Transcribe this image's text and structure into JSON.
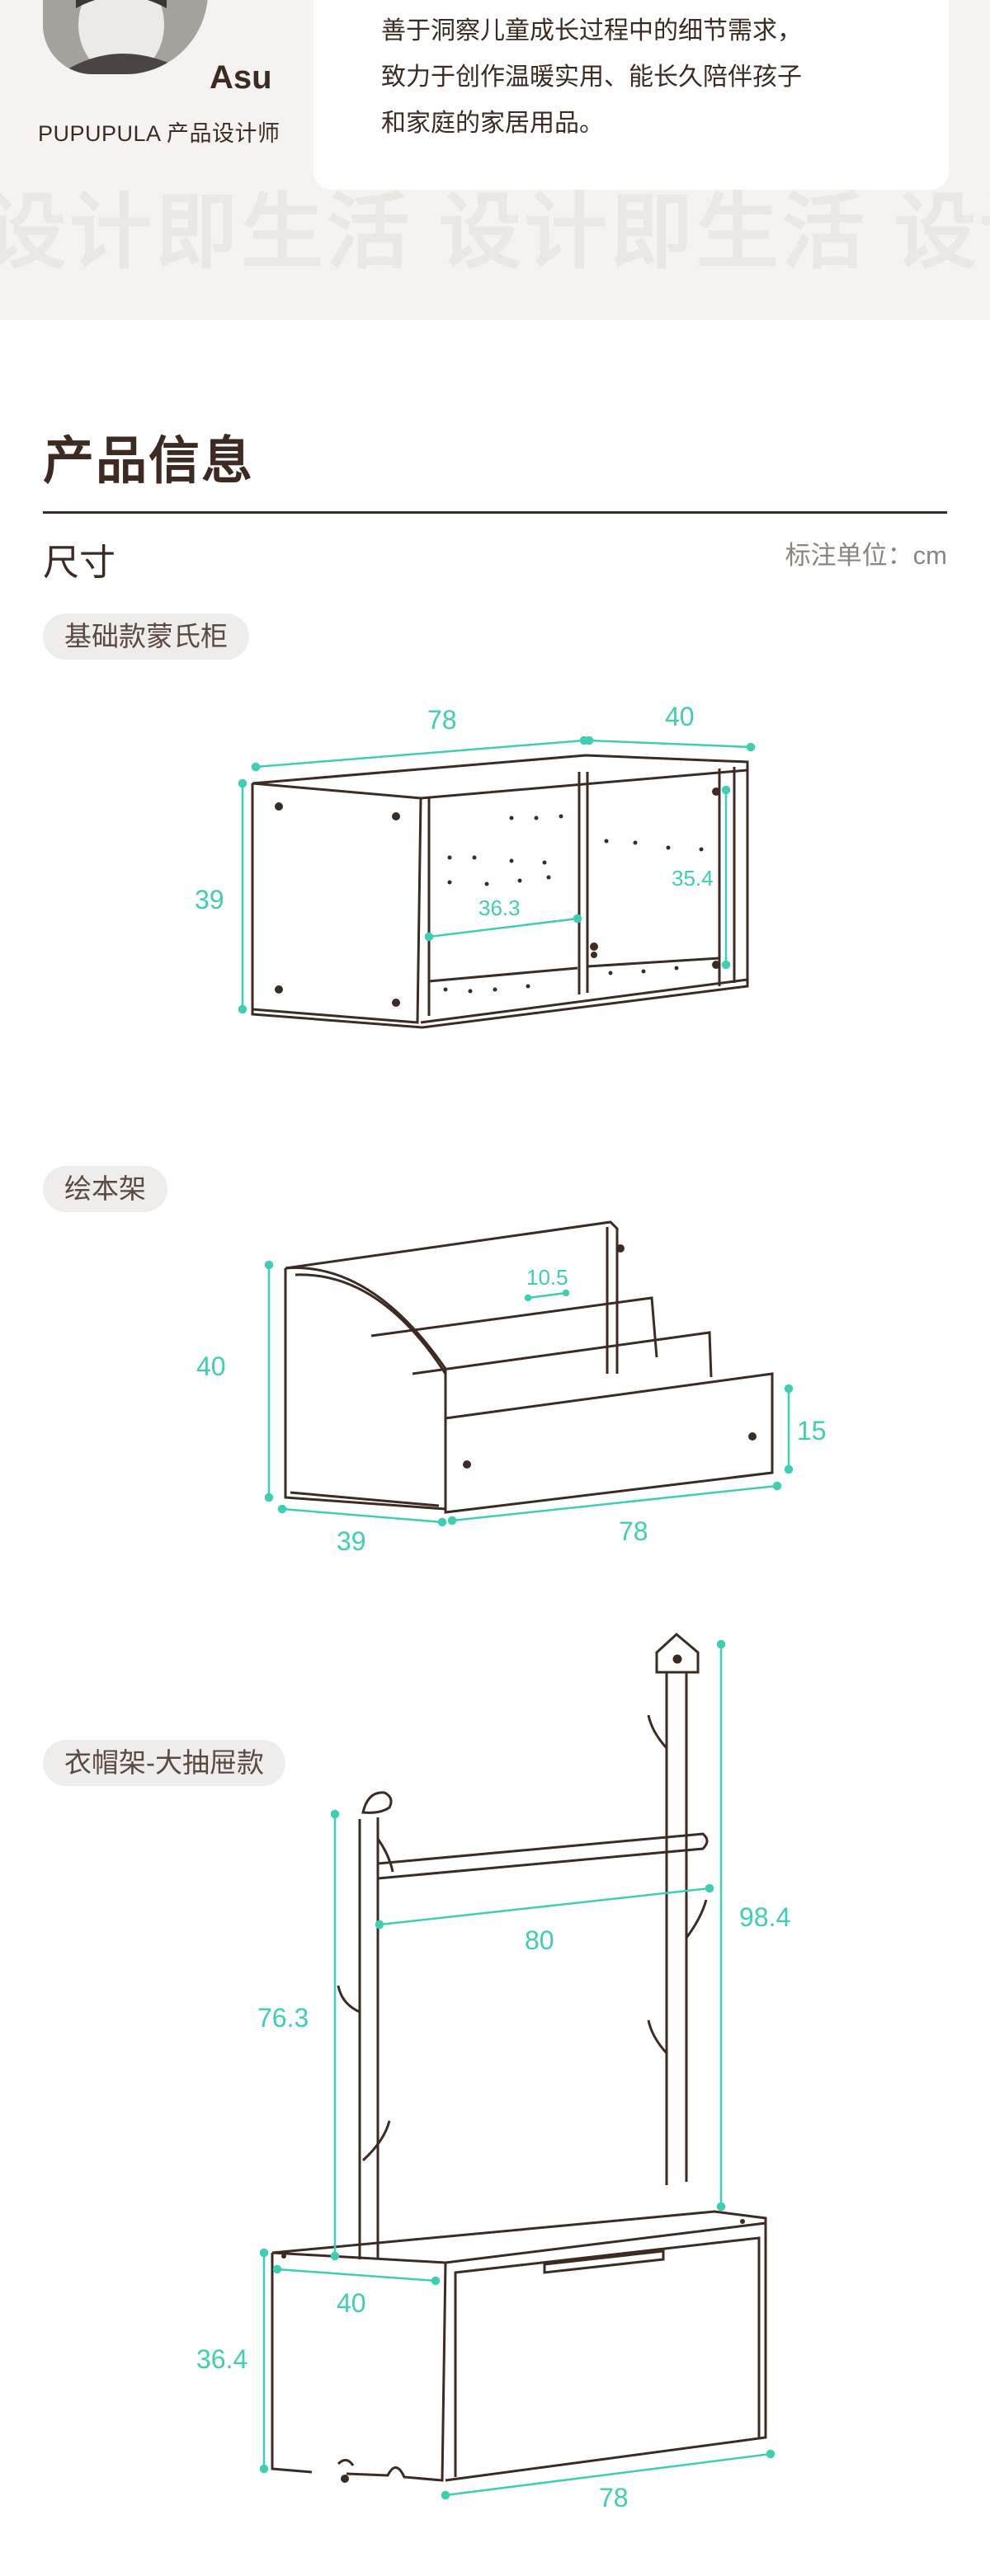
{
  "designer": {
    "name": "Asu",
    "role": "PUPUPULA 产品设计师",
    "quote_lines": [
      "善于洞察儿童成长过程中的细节需求，",
      "致力于创作温暖实用、能长久陪伴孩子",
      "和家庭的家居用品。"
    ],
    "watermark": "设计即生活 设计即生活 设计即生活"
  },
  "section": {
    "title": "产品信息",
    "subtitle": "尺寸",
    "unit_note": "标注单位：cm"
  },
  "products": [
    {
      "tag": "基础款蒙氏柜",
      "dims": {
        "width": "78",
        "depth": "40",
        "height": "39",
        "inner_width": "36.3",
        "inner_height": "35.4"
      }
    },
    {
      "tag": "绘本架",
      "dims": {
        "height": "40",
        "depth": "39",
        "width": "78",
        "front_height": "15",
        "slot": "10.5"
      }
    },
    {
      "tag": "衣帽架-大抽屉款",
      "dims": {
        "total_height": "98.4",
        "pole_height": "76.3",
        "rail_width": "80",
        "box_depth": "40",
        "box_height": "36.4",
        "box_width": "78"
      }
    }
  ],
  "colors": {
    "dimension": "#3ecfb2",
    "text": "#3d2b22",
    "hero_bg": "#f4f3f1",
    "tag_bg": "#efedeb"
  }
}
